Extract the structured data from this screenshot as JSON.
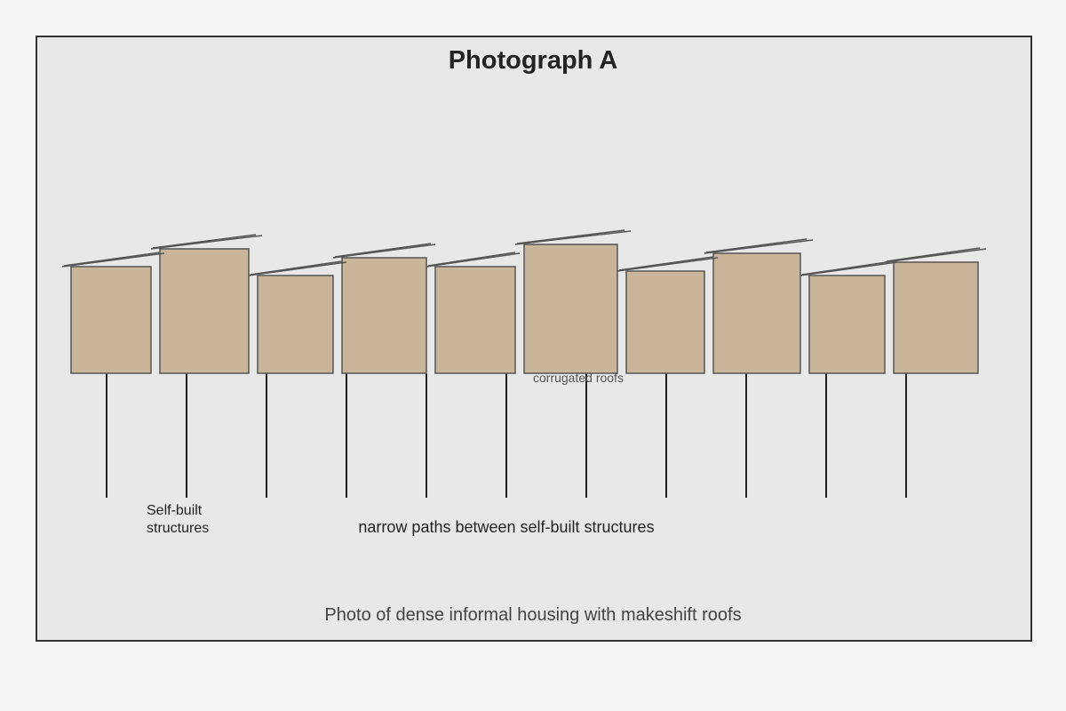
{
  "title": "Photograph A",
  "labels": {
    "roofs": "corrugated roofs",
    "structures_line1": "Self-built",
    "structures_line2": "structures",
    "paths": "narrow paths between self-built structures"
  },
  "caption": "Photo of dense informal housing with makeshift roofs",
  "colors": {
    "wall_fill": "#c8b59a",
    "wall_stroke": "#555555",
    "roof_stroke": "#555555",
    "path_line": "#222222",
    "panel_bg": "#e8e8e8"
  }
}
